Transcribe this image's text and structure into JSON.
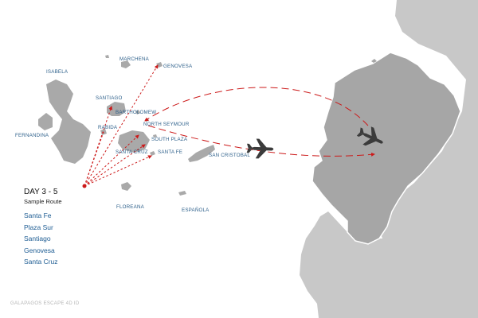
{
  "title": "DAY 3 - 5",
  "subtitle": "Sample Route",
  "stops": [
    "Santa Fe",
    "Plaza Sur",
    "Santiago",
    "Genovesa",
    "Santa Cruz"
  ],
  "islands": {
    "marchena": "MARCHENA",
    "genovesa": "GENOVESA",
    "isabela": "ISABELA",
    "santiago": "SANTIAGO",
    "bartholomew": "BARTHOLOMEW",
    "rabida": "RABIDA",
    "north_seymour": "NORTH SEYMOUR",
    "fernandina": "FERNANDINA",
    "santa_cruz": "SANTA CRUZ",
    "south_plaza": "SOUTH PLAZA",
    "santa_fe": "SANTA FE",
    "san_cristobal": "SAN CRISTOBAL",
    "floreana": "FLOREANA",
    "espanola": "ESPAÑOLA"
  },
  "credit": "GALAPAGOS ESCAPE 4D ID",
  "colors": {
    "route": "#cc1a1a",
    "mainland": "#a7a7a7",
    "neighbor": "#c8c8c8",
    "island": "#a9a9a9",
    "label": "#2c5f8a",
    "plane": "#3b3b3b"
  },
  "icons": [
    "airplane-icon",
    "airplane-icon"
  ]
}
